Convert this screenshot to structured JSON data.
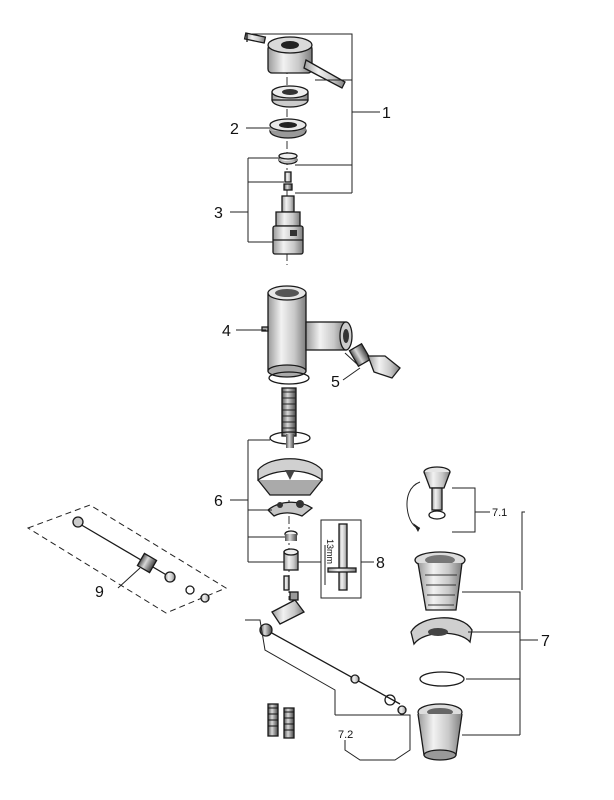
{
  "diagram": {
    "callouts": {
      "c1": "1",
      "c2": "2",
      "c3": "3",
      "c4": "4",
      "c5": "5",
      "c6": "6",
      "c7": "7",
      "c7_1": "7.1",
      "c7_2": "7.2",
      "c8": "8",
      "c9": "9"
    },
    "tool_label": "13mm"
  }
}
